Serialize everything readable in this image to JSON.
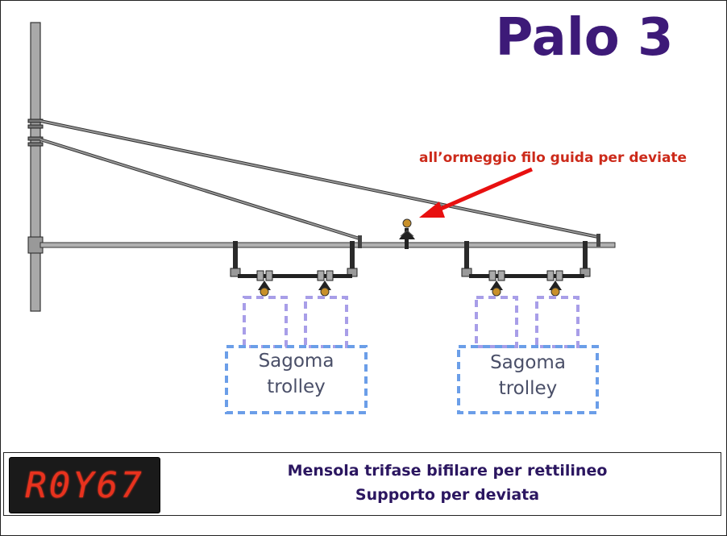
{
  "title": "Palo 3",
  "annotation": "all’ormeggio filo guida per deviate",
  "profiles": [
    {
      "line1": "Sagoma",
      "line2": "trolley"
    },
    {
      "line1": "Sagoma",
      "line2": "trolley"
    }
  ],
  "footer": {
    "display_code": "R0Y67",
    "line1": "Mensola trifase bifilare per rettilineo",
    "line2": "Supporto per deviata"
  },
  "colors": {
    "title": "#3d1a78",
    "annotation": "#cc2a1a",
    "arrow": "#e81010",
    "profile_outline": "#6b9ee8",
    "pantograph_outline": "#a89ee8",
    "insulator": "#c8902a",
    "display_text": "#e8321e"
  }
}
